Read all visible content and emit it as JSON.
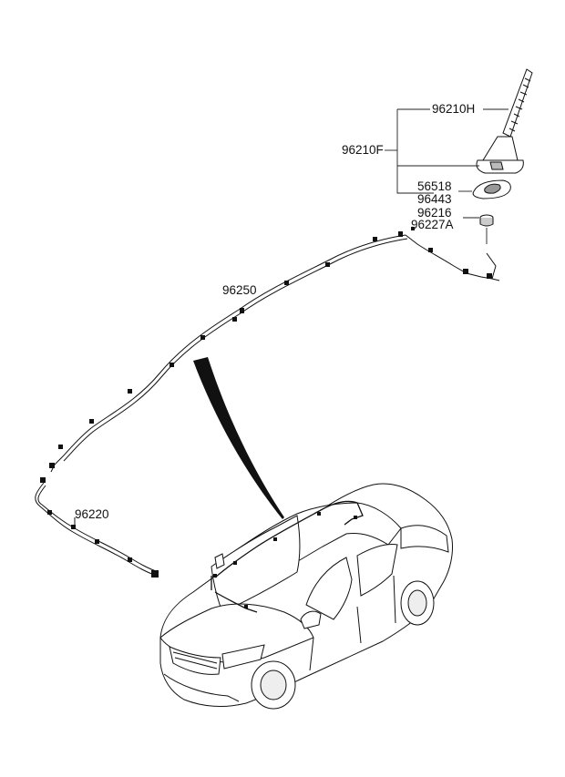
{
  "labels": {
    "antenna_rod": "96210H",
    "antenna_assy": "96210F",
    "pad_a": "56518",
    "pad_b": "96443",
    "nut": "96216",
    "bracket": "96227A",
    "roof_cable": "96250",
    "front_cable": "96220"
  }
}
